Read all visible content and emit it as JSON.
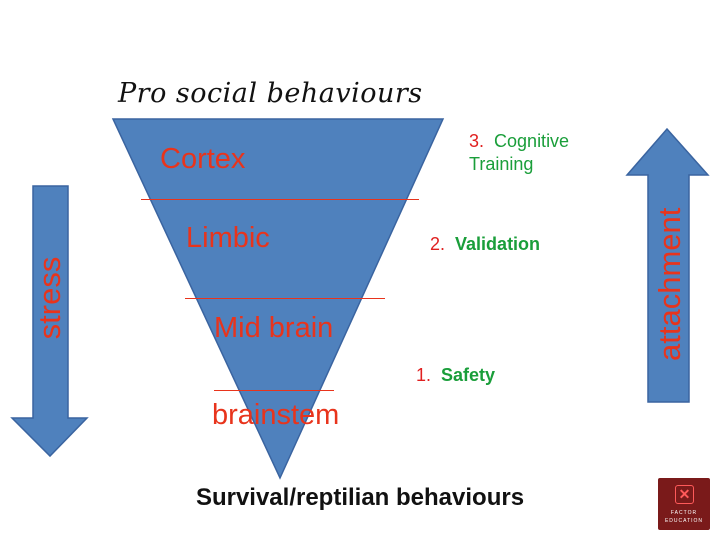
{
  "title_top": "Pro social behaviours",
  "title_bottom": "Survival/reptilian behaviours",
  "layers": [
    "Cortex",
    "Limbic",
    "Mid brain",
    "brainstem"
  ],
  "steps": [
    {
      "num": "3.",
      "label_line1": "Cognitive",
      "label_line2": "Training"
    },
    {
      "num": "2.",
      "label": "Validation"
    },
    {
      "num": "1.",
      "label": "Safety"
    }
  ],
  "arrows": {
    "left": "stress",
    "right": "attachment"
  },
  "logo": {
    "line1": "FACTOR",
    "line2": "EDUCATION",
    "mark": "✕"
  },
  "colors": {
    "shape_fill": "#4f81bd",
    "shape_stroke": "#3a64a0",
    "layer_text": "#e8341c",
    "step_number": "#e02020",
    "step_label": "#1a9e3a",
    "logo_bg": "#7a1a1a"
  }
}
